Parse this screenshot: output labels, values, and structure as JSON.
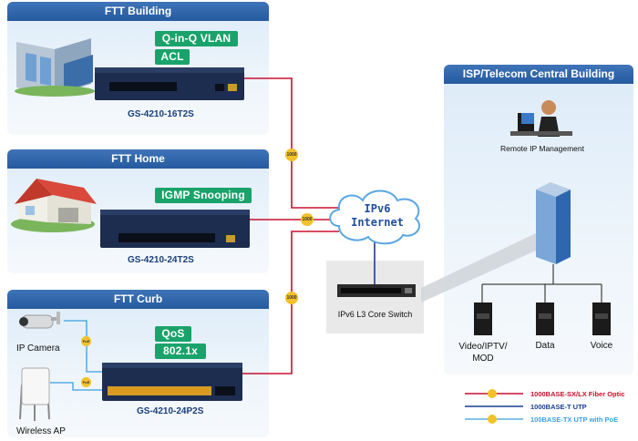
{
  "panels": {
    "building": {
      "title": "FTT Building",
      "tags": [
        "Q-in-Q VLAN",
        "ACL"
      ],
      "model": "GS-4210-16T2S"
    },
    "home": {
      "title": "FTT Home",
      "tags": [
        "IGMP Snooping"
      ],
      "model": "GS-4210-24T2S"
    },
    "curb": {
      "title": "FTT Curb",
      "tags": [
        "QoS",
        "802.1x"
      ],
      "model": "GS-4210-24P2S",
      "ip_camera": "IP Camera",
      "wireless_ap": "Wireless AP"
    },
    "isp": {
      "title": "ISP/Telecom Central Building",
      "remote_mgmt": "Remote IP Management",
      "endpoints": [
        "Video/IPTV/\nMOD",
        "Data",
        "Voice"
      ]
    }
  },
  "cloud": {
    "line1": "IPv6",
    "line2": "Internet"
  },
  "core_switch": {
    "label": "IPv6 L3 Core Switch"
  },
  "link_badges": {
    "fiber": "1000",
    "poe": "PoE"
  },
  "legend": [
    {
      "label": "1000BASE-SX/LX Fiber Optic",
      "color": "#c8102e"
    },
    {
      "label": "1000BASE-T UTP",
      "color": "#1b3d8f"
    },
    {
      "label": "100BASE-TX UTP with PoE",
      "color": "#3aa0e0"
    }
  ],
  "colors": {
    "fiber": "#c8102e",
    "utp": "#1b3d8f",
    "poe": "#3aa0e0",
    "badge": "#f3c12a",
    "tag": "#19a36b",
    "header": "#2f66ac"
  }
}
